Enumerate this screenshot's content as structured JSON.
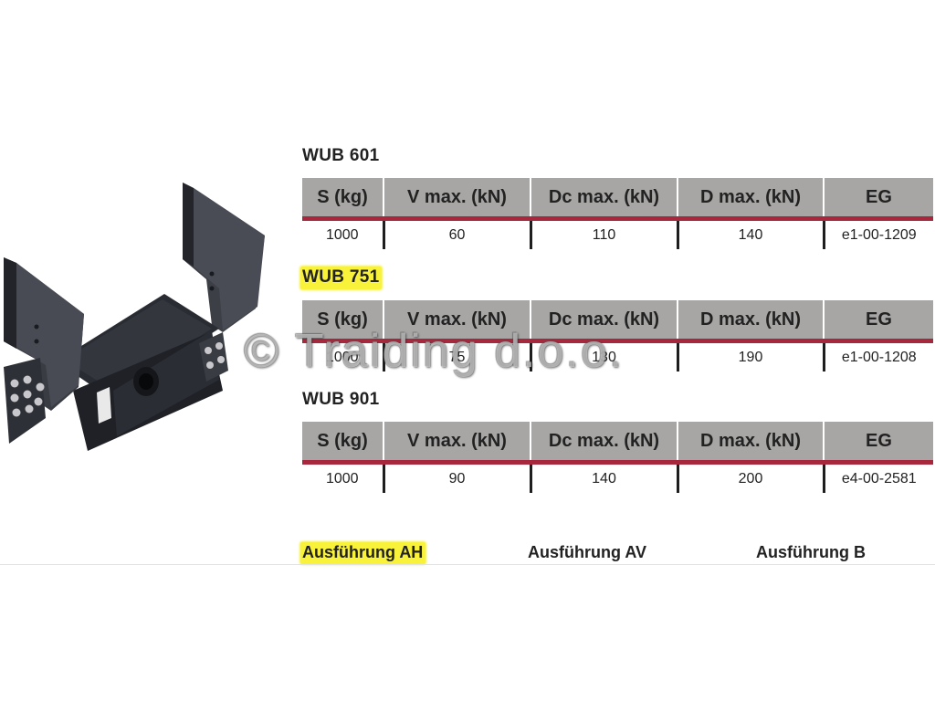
{
  "watermark": "© Traiding d.o.o.",
  "columns": [
    "S (kg)",
    "V max. (kN)",
    "Dc max. (kN)",
    "D max. (kN)",
    "EG"
  ],
  "models": [
    {
      "title": "WUB 601",
      "highlighted": false,
      "row": [
        "1000",
        "60",
        "110",
        "140",
        "e1-00-1209"
      ]
    },
    {
      "title": "WUB 751",
      "highlighted": true,
      "row": [
        "1000",
        "75",
        "130",
        "190",
        "e1-00-1208"
      ]
    },
    {
      "title": "WUB 901",
      "highlighted": false,
      "row": [
        "1000",
        "90",
        "140",
        "200",
        "e4-00-2581"
      ]
    }
  ],
  "variants": [
    {
      "label": "Ausführung AH",
      "highlighted": true
    },
    {
      "label": "Ausführung AV",
      "highlighted": false
    },
    {
      "label": "Ausführung B",
      "highlighted": false
    }
  ],
  "colors": {
    "header_bg": "#a7a6a5",
    "header_rule": "#a7283d",
    "highlight": "#f8f23a"
  }
}
